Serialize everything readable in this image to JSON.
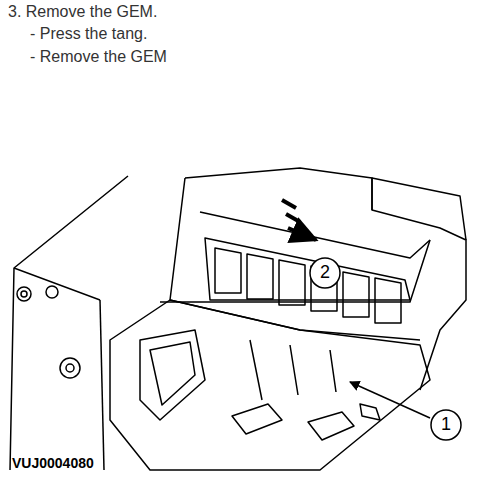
{
  "diagram": {
    "title": "3. Remove the GEM.",
    "labels": [
      "- Press the tang.",
      "- Remove the GEM",
      "2",
      "1",
      "VUJ0004080"
    ]
  }
}
